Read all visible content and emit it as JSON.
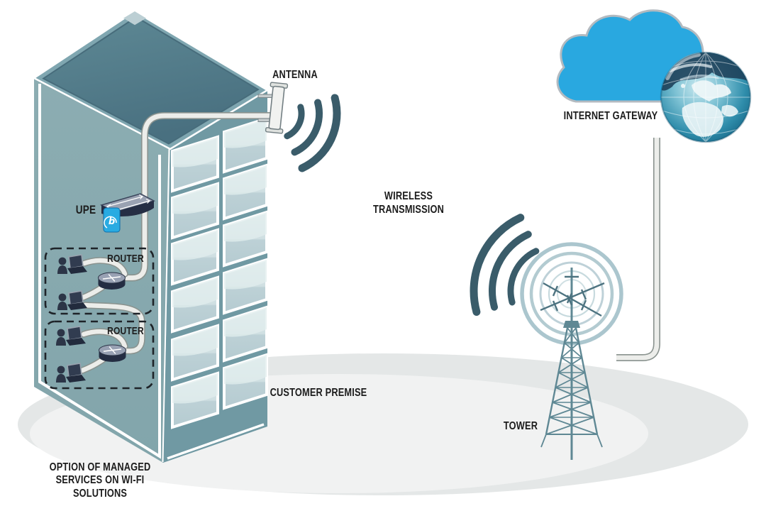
{
  "labels": {
    "antenna": "ANTENNA",
    "internet_gateway": "INTERNET GATEWAY",
    "wireless_transmission": "WIRELESS\nTRANSMISSION",
    "customer_premise": "CUSTOMER PREMISE",
    "tower": "TOWER",
    "upe": "UPE",
    "router_group_1": "ROUTER",
    "router_group_2": "ROUTER",
    "managed_services_note": "OPTION OF MANAGED\nSERVICES ON WI-FI\nSOLUTIONS",
    "upe_badge_letter": "b"
  },
  "colors": {
    "cloud_blue": "#29a8e0",
    "upe_badge_blue": "#29abe2",
    "signal_dark_teal": "#3a5c6a",
    "building_wall_left": "#88aab0",
    "building_wall_right": "#7099a3",
    "roof_teal": "#54808d",
    "cable_light": "#ecedea",
    "ground_shadow": "#e6e8e8",
    "device_dark": "#2c3547",
    "text": "#1c1c1c"
  }
}
